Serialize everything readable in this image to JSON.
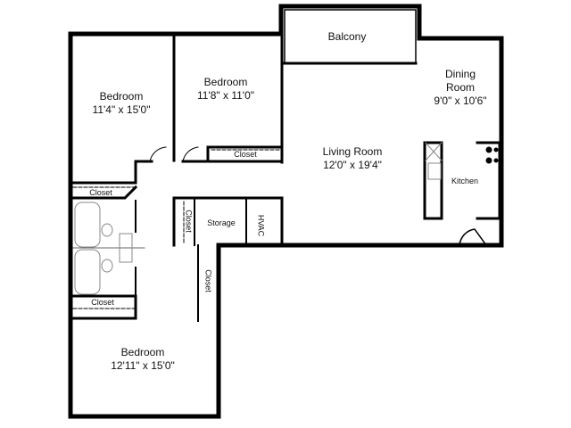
{
  "floorplan": {
    "rooms": [
      {
        "id": "bedroom-1",
        "name": "Bedroom",
        "dimensions": "11'4\" x 15'0\""
      },
      {
        "id": "bedroom-2",
        "name": "Bedroom",
        "dimensions": "11'8\" x 11'0\""
      },
      {
        "id": "bedroom-3",
        "name": "Bedroom",
        "dimensions": "12'11\" x 15'0\""
      },
      {
        "id": "balcony",
        "name": "Balcony"
      },
      {
        "id": "dining",
        "name": "Dining",
        "name2": "Room",
        "dimensions": "9'0\" x 10'6\""
      },
      {
        "id": "living",
        "name": "Living Room",
        "dimensions": "12'0\" x 19'4\""
      },
      {
        "id": "kitchen",
        "name": "Kitchen"
      },
      {
        "id": "storage",
        "name": "Storage"
      },
      {
        "id": "hvac",
        "name": "HVAC"
      }
    ],
    "closets": [
      "Closet",
      "Closet",
      "Closet",
      "Closet",
      "Closet"
    ],
    "colors": {
      "wall": "#000000",
      "background": "#ffffff",
      "fixture": "#888888"
    }
  }
}
